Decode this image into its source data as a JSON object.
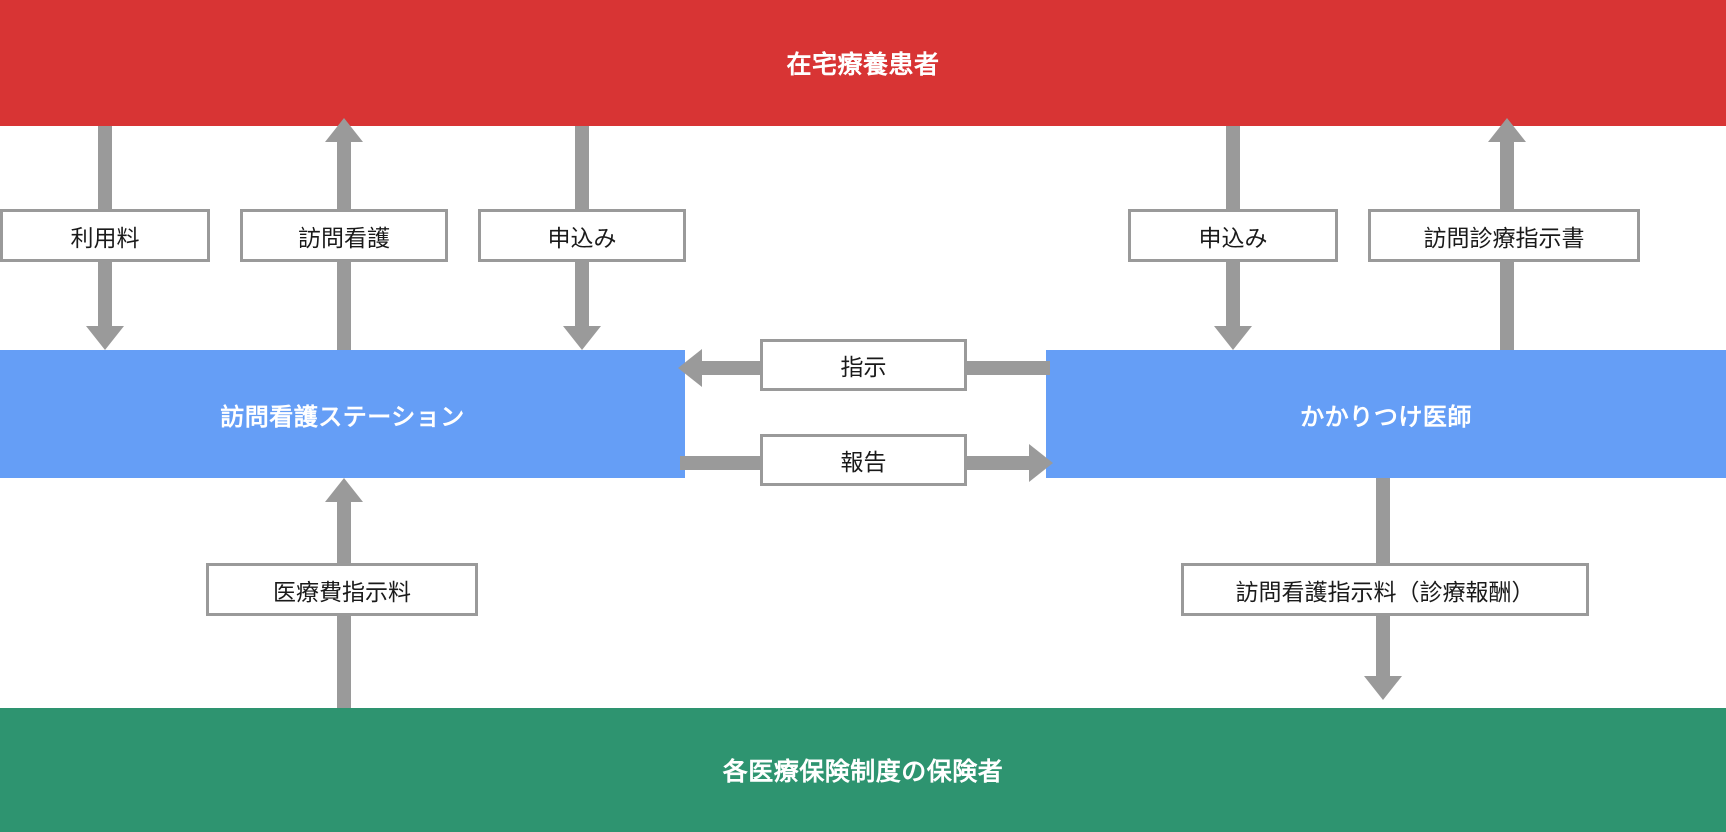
{
  "diagram": {
    "title_actor_top": "在宅療養患者",
    "actor_nursing_station": "訪問看護ステーション",
    "actor_family_doctor": "かかりつけ医師",
    "actor_insurers": "各医療保険制度の保険者",
    "colors": {
      "patient_bar": "#D83434",
      "provider_bar": "#659EF6",
      "insurer_bar": "#2E9470",
      "arrow": "#9A9A9A",
      "label_border": "#9A9A9A",
      "label_text": "#1a1a1a",
      "bar_text": "#ffffff"
    },
    "flow_labels": {
      "usage_fee": "利用料",
      "home_nursing": "訪問看護",
      "application_left": "申込み",
      "application_right": "申込み",
      "home_care_instruction_doc": "訪問診療指示書",
      "instruction": "指示",
      "report": "報告",
      "medical_fee_instruction": "医療費指示料",
      "nursing_instruction_fee": "訪問看護指示料（診療報酬）"
    },
    "flow_directions": {
      "usage_fee": "down",
      "home_nursing": "up",
      "application_left": "down",
      "application_right": "down",
      "home_care_instruction_doc": "up",
      "instruction": "left",
      "report": "right",
      "medical_fee_instruction": "up",
      "nursing_instruction_fee": "down"
    }
  }
}
